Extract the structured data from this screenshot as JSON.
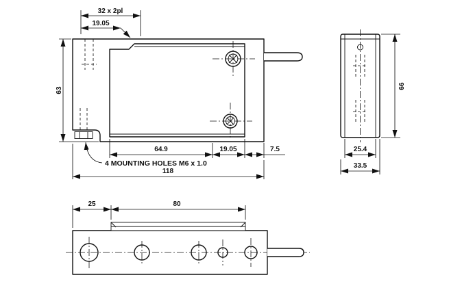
{
  "drawing_colors": {
    "line": "#111111",
    "background": "#ffffff"
  },
  "front_view": {
    "dim_top_pair": "32 x 2pl",
    "dim_top_offset": "19.05",
    "dim_height": "63",
    "dim_pocket_width": "64.9",
    "dim_hole_offset": "19.05",
    "dim_edge": "7.5",
    "dim_overall": "118",
    "note_mounting": "4 MOUNTING HOLES M6 x 1.0"
  },
  "side_view": {
    "dim_height": "66",
    "dim_inner_width": "25.4",
    "dim_overall_width": "33.5"
  },
  "top_view": {
    "dim_end_offset": "25",
    "dim_plate_length": "80"
  }
}
